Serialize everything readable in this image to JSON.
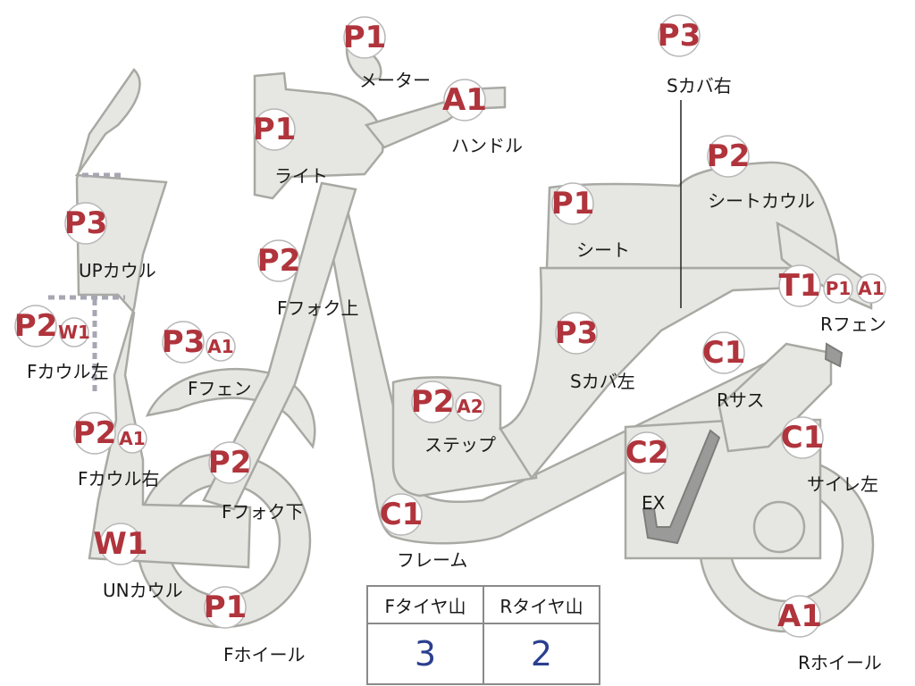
{
  "parts": [
    {
      "id": "meter",
      "badges": [
        "P1"
      ],
      "label": "メーター"
    },
    {
      "id": "handle",
      "badges": [
        "A1"
      ],
      "label": "ハンドル"
    },
    {
      "id": "light",
      "badges": [
        "P1"
      ],
      "label": "ライト"
    },
    {
      "id": "ffork-upper",
      "badges": [
        "P2"
      ],
      "label": "Fフォク上"
    },
    {
      "id": "s-cover-right",
      "badges": [
        "P3"
      ],
      "label": "Sカバ右"
    },
    {
      "id": "seat-cowl",
      "badges": [
        "P2"
      ],
      "label": "シートカウル"
    },
    {
      "id": "seat",
      "badges": [
        "P1"
      ],
      "label": "シート"
    },
    {
      "id": "up-cowl",
      "badges": [
        "P3"
      ],
      "label": "UPカウル"
    },
    {
      "id": "f-cowl-left",
      "badges": [
        "P2",
        "W1"
      ],
      "label": "Fカウル左"
    },
    {
      "id": "f-fender",
      "badges": [
        "P3",
        "A1"
      ],
      "label": "Fフェン"
    },
    {
      "id": "r-fender",
      "badges": [
        "T1",
        "P1",
        "A1"
      ],
      "label": "Rフェン"
    },
    {
      "id": "s-cover-left",
      "badges": [
        "P3"
      ],
      "label": "Sカバ左"
    },
    {
      "id": "step",
      "badges": [
        "P2",
        "A2"
      ],
      "label": "ステップ"
    },
    {
      "id": "r-suspension",
      "badges": [
        "C1"
      ],
      "label": "Rサス"
    },
    {
      "id": "f-cowl-right",
      "badges": [
        "P2",
        "A1"
      ],
      "label": "Fカウル右"
    },
    {
      "id": "ffork-lower",
      "badges": [
        "P2"
      ],
      "label": "Fフォク下"
    },
    {
      "id": "exhaust",
      "badges": [
        "C2"
      ],
      "label": "EX"
    },
    {
      "id": "silencer-left",
      "badges": [
        "C1"
      ],
      "label": "サイレ左"
    },
    {
      "id": "frame",
      "badges": [
        "C1"
      ],
      "label": "フレーム"
    },
    {
      "id": "un-cowl",
      "badges": [
        "W1"
      ],
      "label": "UNカウル"
    },
    {
      "id": "f-wheel",
      "badges": [
        "P1"
      ],
      "label": "Fホイール"
    },
    {
      "id": "r-wheel",
      "badges": [
        "A1"
      ],
      "label": "Rホイール"
    }
  ],
  "tire_table": {
    "headers": [
      "Fタイヤ山",
      "Rタイヤ山"
    ],
    "values": [
      "3",
      "2"
    ]
  },
  "colors": {
    "part_fill": "#e6e6e2",
    "part_stroke": "#a9a9a4",
    "badge_text": "#b0343c",
    "value_text": "#2b3f8f",
    "dashed_line": "#a7a7b3"
  }
}
